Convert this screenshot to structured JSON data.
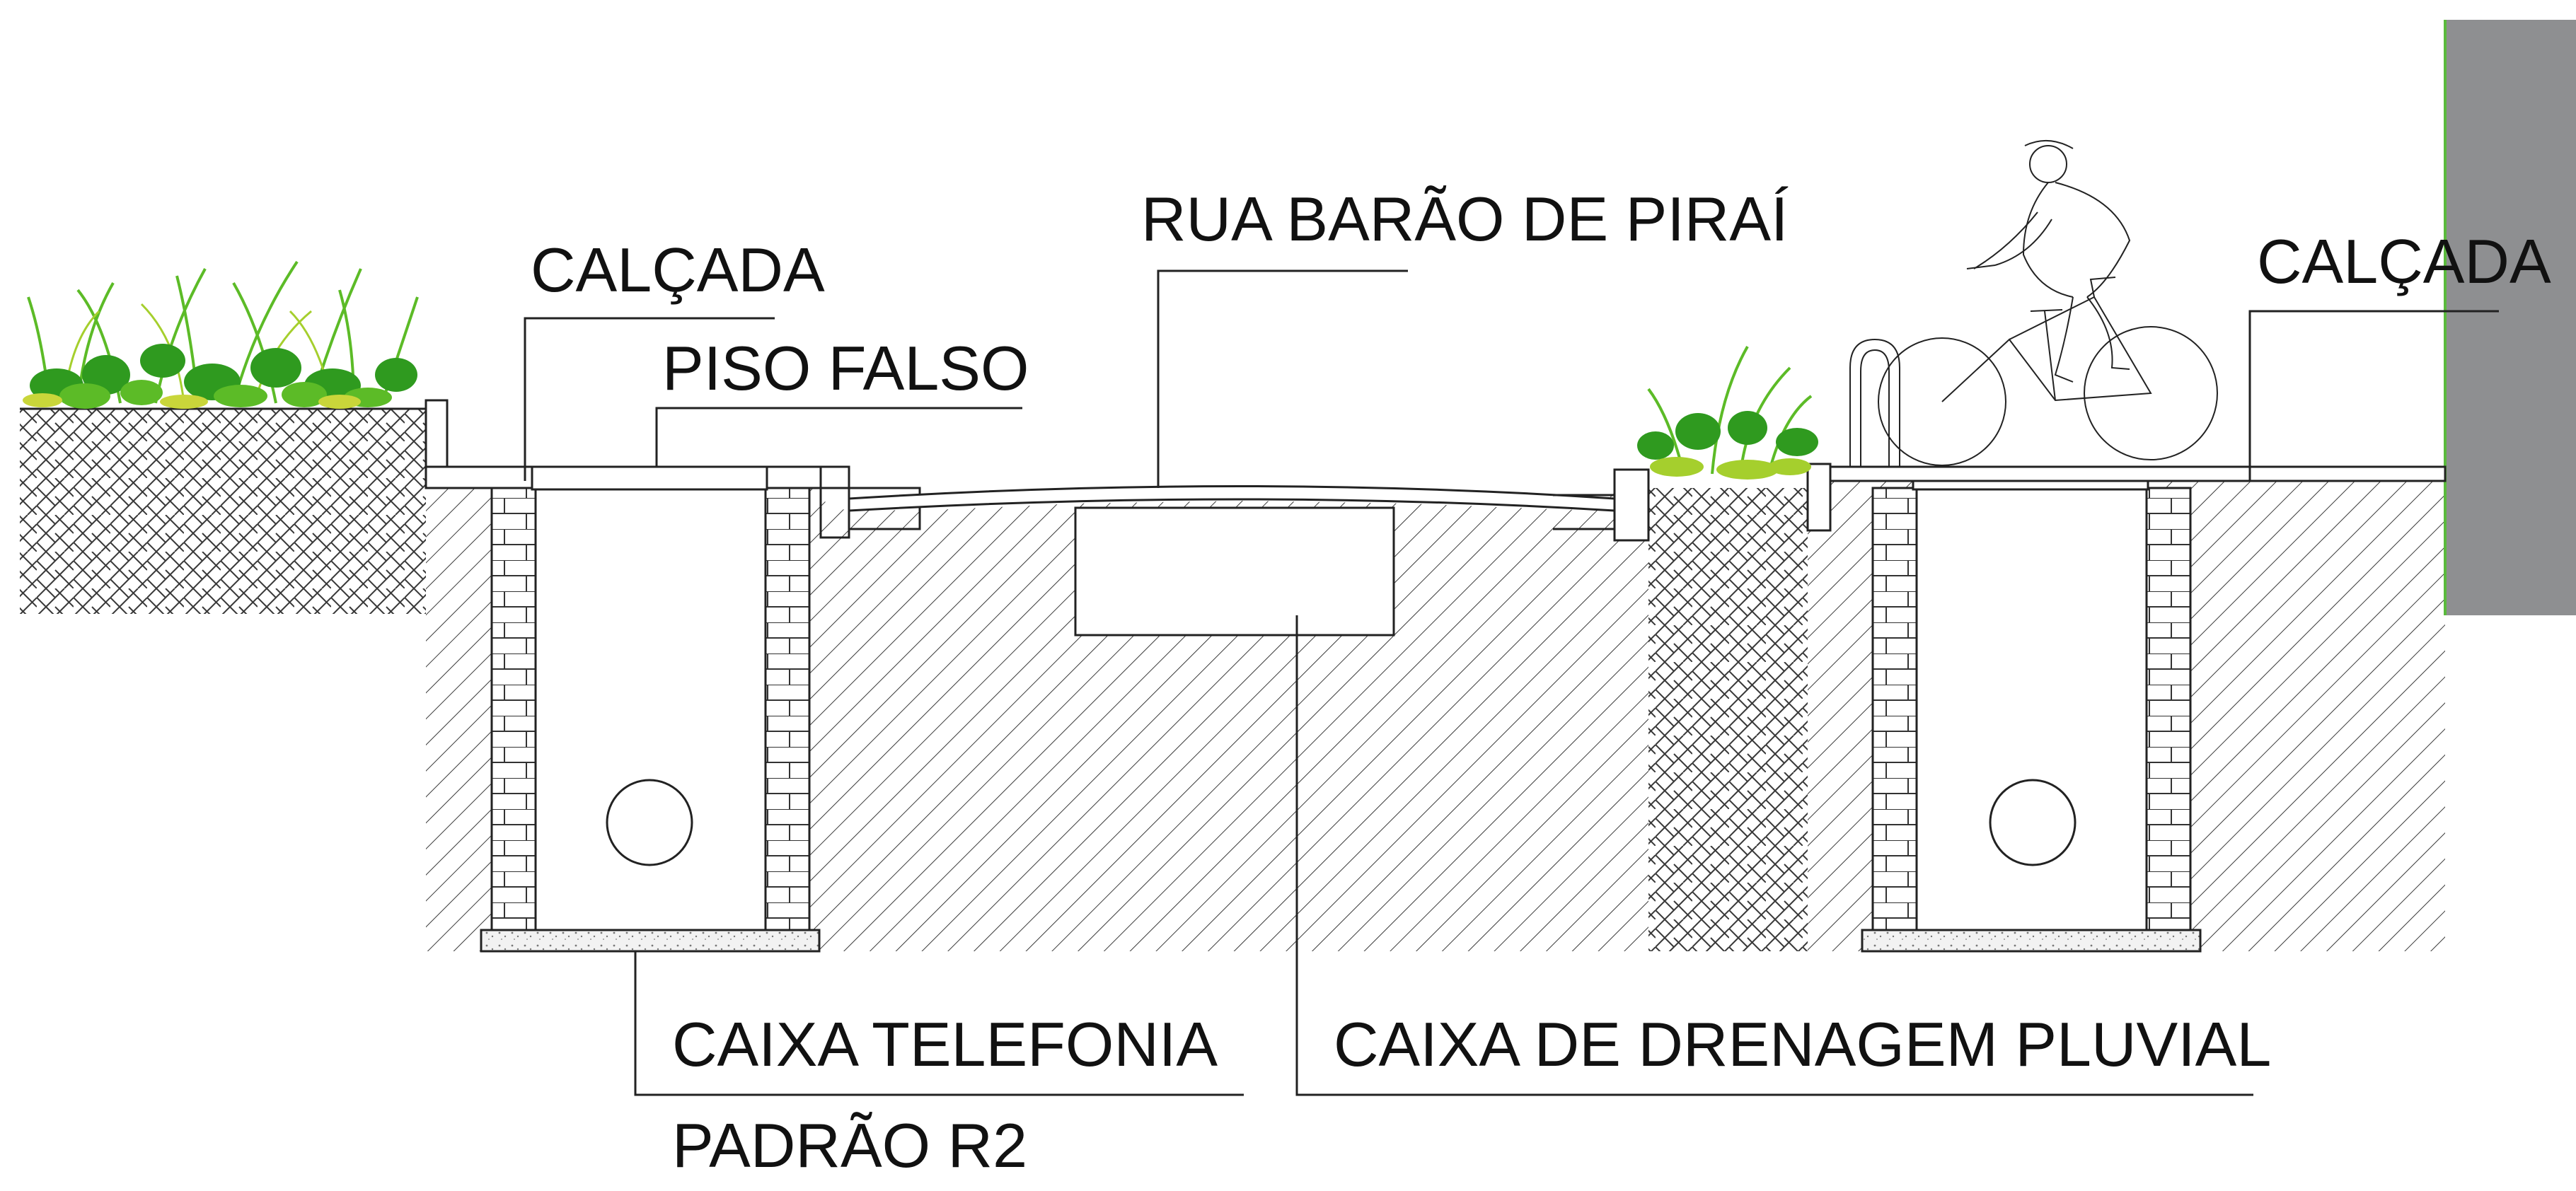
{
  "labels": {
    "calcada_left": "CALÇADA",
    "piso_falso": "PISO FALSO",
    "rua": "RUA BARÃO DE PIRAÍ",
    "calcada_right": "CALÇADA",
    "caixa_telefonia": "CAIXA TELEFONIA",
    "padrao": "PADRÃO R2",
    "caixa_drenagem": "CAIXA DE DRENAGEM PLUVIAL"
  },
  "colors": {
    "line": "#222222",
    "building_wall": "#8e8f91",
    "wall_edge": "#5aba3c",
    "plant_dark": "#2f9a1f",
    "plant_mid": "#5cbb27",
    "plant_light": "#a5cf2d",
    "plant_yellow": "#c9d63a",
    "background": "#ffffff"
  },
  "icons": {
    "left_planter": "plant-cluster-icon",
    "median_planter": "plant-cluster-icon",
    "cyclist": "cyclist-icon",
    "bike_rack": "bike-rack-icon",
    "conduit_left": "conduit-pipe-icon",
    "conduit_right": "conduit-pipe-icon"
  }
}
